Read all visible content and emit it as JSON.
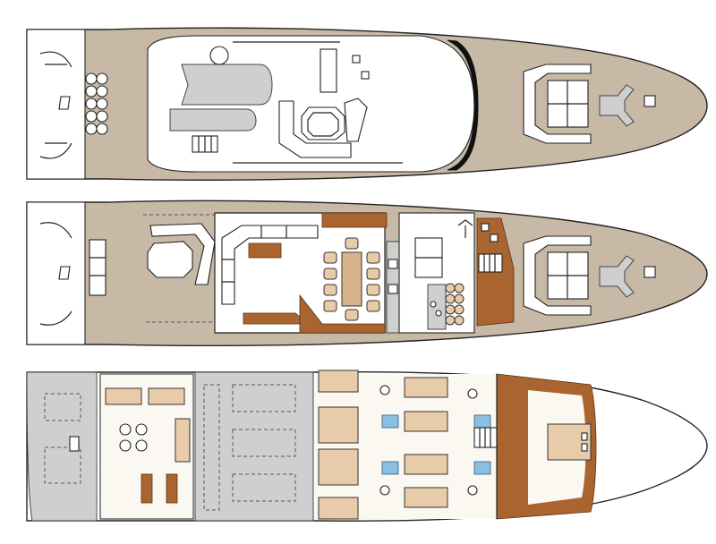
{
  "image": {
    "type": "yacht deck plan",
    "decks": [
      "sun-deck",
      "main-deck",
      "lower-deck"
    ],
    "colors": {
      "deck_teak": "#c8b9a6",
      "interior_wood": "#a9642f",
      "upholstery": "#e8ccaa",
      "technical_area": "#cfcfcf",
      "glass": "#8bbfe0",
      "outline": "#222222"
    },
    "counts": {
      "lower_deck_guest_cabins": 4,
      "main_deck_dining_chairs": 10,
      "tender_storage_boats": 2
    }
  }
}
